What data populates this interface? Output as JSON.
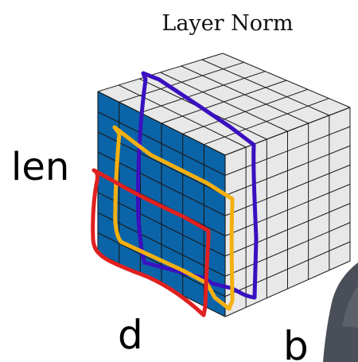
{
  "title": "Layer Norm",
  "labels": {
    "len": "len",
    "d": "d",
    "b": "b"
  },
  "grid": {
    "front_rows": 8,
    "front_cols": 6,
    "depth": 6
  },
  "colors": {
    "front_face": "#0b64a8",
    "side_face": "#e8e8e8",
    "top_face": "#e8e8e8",
    "grid_line": "#1a1a1a",
    "outline_purple": "#3a10c0",
    "outline_orange": "#f4b010",
    "outline_red": "#e02020",
    "person_dark": "#4a4e58"
  }
}
